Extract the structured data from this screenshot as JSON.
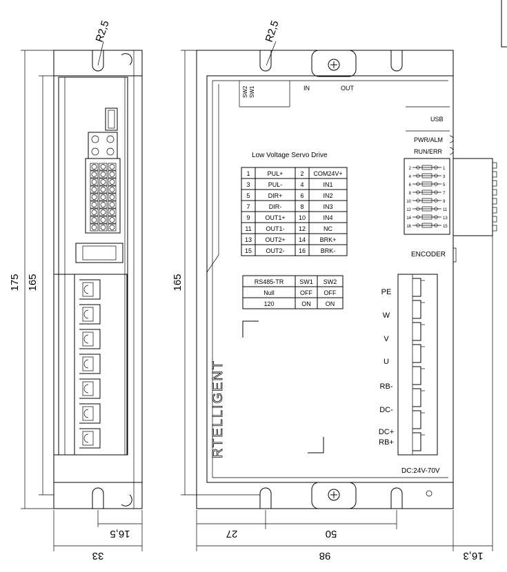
{
  "dims": {
    "r_left": "R2,5",
    "r_right": "R2,5",
    "h175": "175",
    "h165_side": "165",
    "h165_front": "165",
    "w16_5": "16,5",
    "w33": "33",
    "w27": "27",
    "w50": "50",
    "w98": "98",
    "w16_3": "16,3"
  },
  "labels": {
    "sw2": "SW2",
    "sw1": "SW1",
    "in": "IN",
    "out": "OUT",
    "usb": "USB",
    "pwr_alm": "PWR/ALM",
    "run_err": "RUN/ERR",
    "encoder": "ENCODER",
    "title": "Low Voltage Servo Drive",
    "brand": "RTELLIGENT",
    "dc_range": "DC:24V-70V"
  },
  "pin_table": [
    [
      "1",
      "PUL+",
      "2",
      "COM24V+"
    ],
    [
      "3",
      "PUL-",
      "4",
      "IN1"
    ],
    [
      "5",
      "DIR+",
      "6",
      "IN2"
    ],
    [
      "7",
      "DIR-",
      "8",
      "IN3"
    ],
    [
      "9",
      "OUT1+",
      "10",
      "IN4"
    ],
    [
      "11",
      "OUT1-",
      "12",
      "NC"
    ],
    [
      "13",
      "OUT2+",
      "14",
      "BRK+"
    ],
    [
      "15",
      "OUT2-",
      "16",
      "BRK-"
    ]
  ],
  "sw_table": [
    [
      "RS485-TR",
      "SW1",
      "SW2"
    ],
    [
      "Null",
      "OFF",
      "OFF"
    ],
    [
      "120",
      "ON",
      "ON"
    ]
  ],
  "terminals": [
    "PE",
    "W",
    "V",
    "U",
    "RB-",
    "DC-",
    "DC+",
    "RB+"
  ],
  "encoder_pins_left": [
    "2",
    "4",
    "6",
    "8",
    "10",
    "12",
    "14",
    "16"
  ],
  "encoder_pins_right": [
    "1",
    "3",
    "5",
    "7",
    "9",
    "11",
    "13",
    "15"
  ]
}
